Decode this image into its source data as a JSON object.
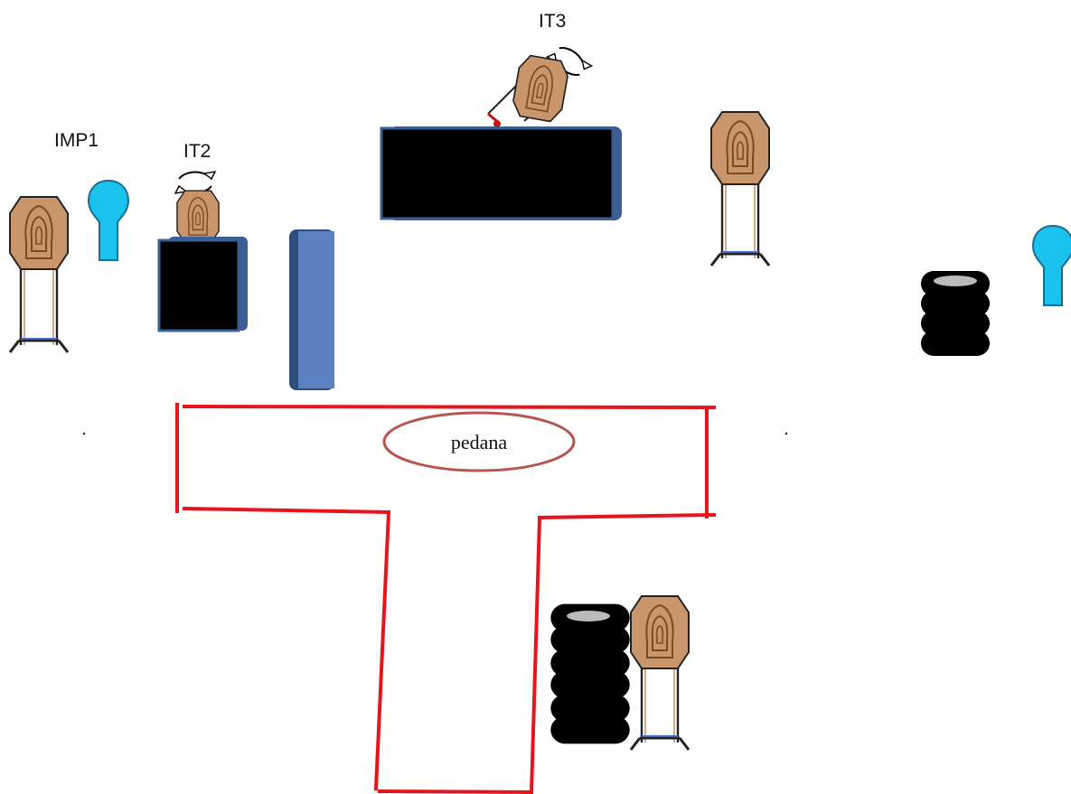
{
  "labels": {
    "imp1": "IMP1",
    "it2": "IT2",
    "it3": "IT3",
    "pedana": "pedana"
  },
  "colors": {
    "boundary": "#e8141c",
    "target_fill": "#c9966b",
    "target_ring": "#7a4a22",
    "popper": "#19c3ee",
    "barricade": "#000000",
    "barricade_edge": "#3a5f95",
    "wall": "#5a82c2",
    "tire": "#000000",
    "pedana_ellipse": "#b85450"
  },
  "icons": [
    "paper-target-icon",
    "popper-icon",
    "tire-stack-icon",
    "barricade-icon",
    "rotation-arrow-icon"
  ]
}
